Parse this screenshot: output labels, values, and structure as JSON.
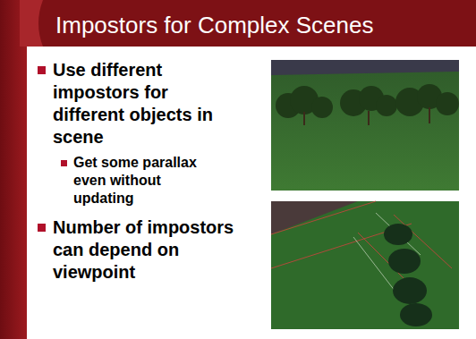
{
  "diagram": {
    "title": "Impostors for Complex Scenes",
    "labels": [
      "Use different impostors for different objects in scene",
      "Get some parallax even without updating",
      "Number of impostors can depend on viewpoint"
    ]
  }
}
